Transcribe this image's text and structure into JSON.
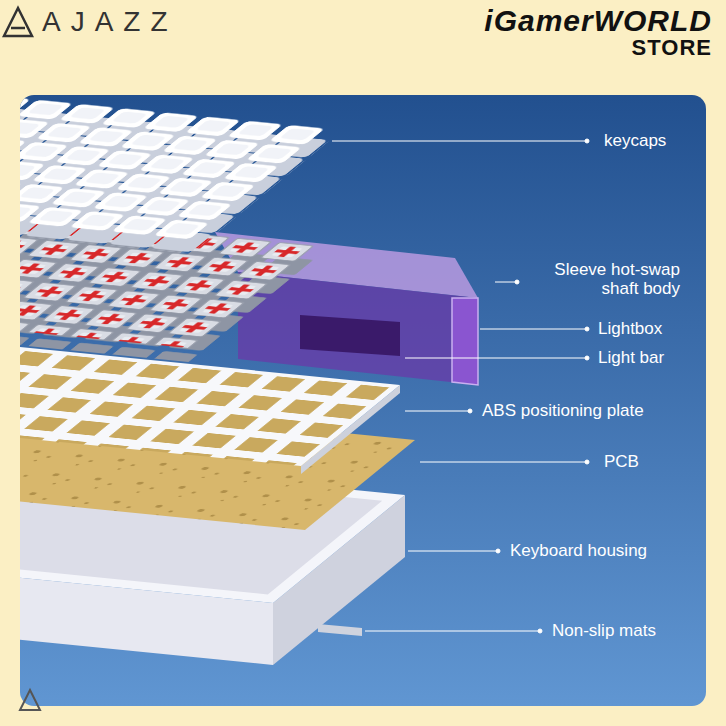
{
  "diagram": {
    "labels": [
      "AJAZZ",
      "iGamerWORLD",
      "STORE",
      "keycaps",
      "Sleeve hot-swap shaft body",
      "Lightbox",
      "Light bar",
      "ABS positioning plate",
      "PCB",
      "Keyboard housing",
      "Non-slip mats"
    ]
  }
}
